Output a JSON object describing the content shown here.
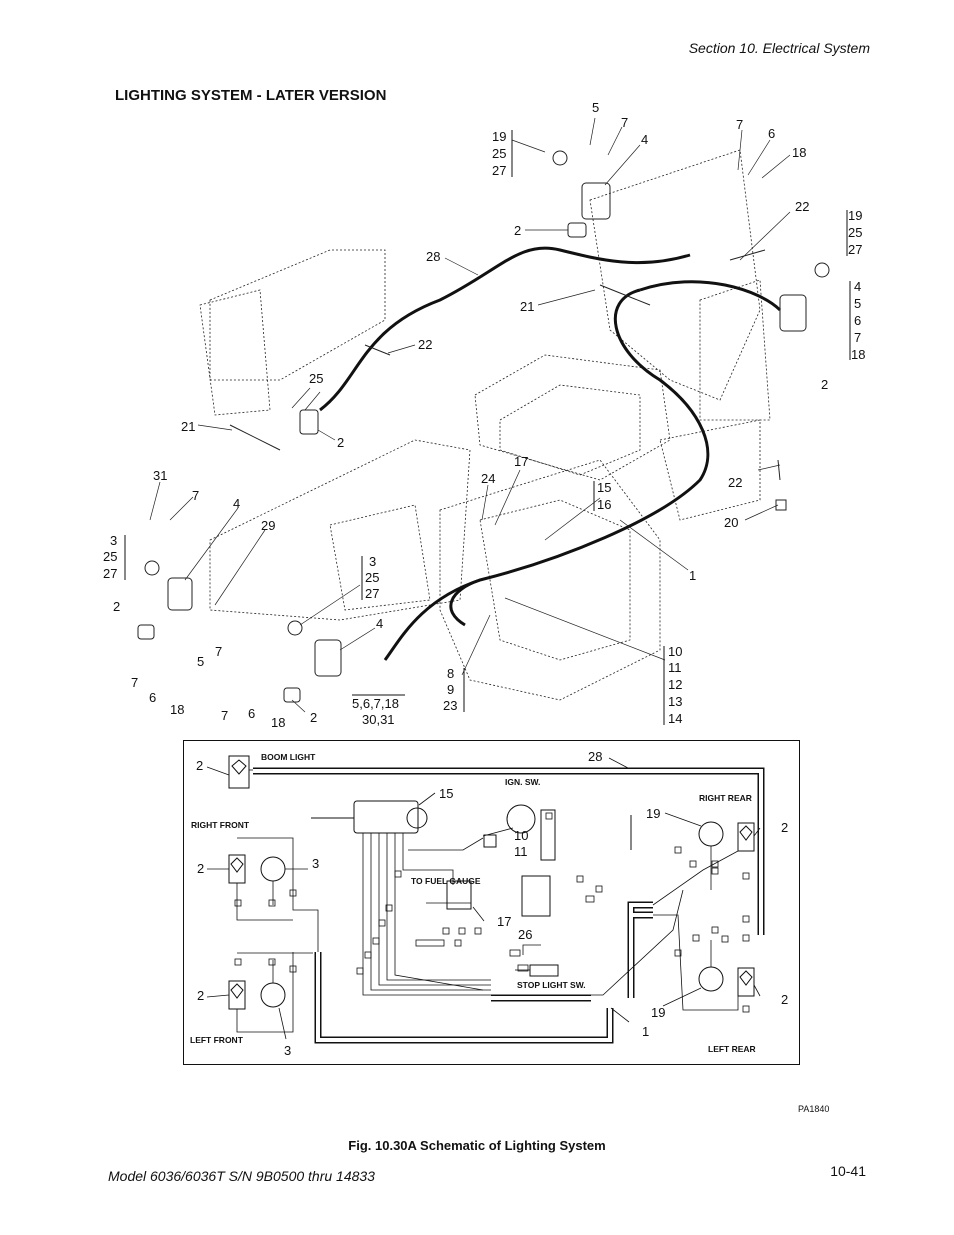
{
  "header": {
    "section": "Section 10.   Electrical System"
  },
  "page_title": "LIGHTING SYSTEM - LATER VERSION",
  "illustration_callouts": [
    "5",
    "7",
    "4",
    "19",
    "25",
    "27",
    "7",
    "6",
    "18",
    "2",
    "22",
    "19",
    "25",
    "27",
    "28",
    "21",
    "4",
    "5",
    "6",
    "7",
    "18",
    "2",
    "22",
    "25",
    "2",
    "21",
    "17",
    "24",
    "15",
    "16",
    "22",
    "20",
    "31",
    "7",
    "4",
    "29",
    "3",
    "25",
    "27",
    "1",
    "3",
    "25",
    "27",
    "4",
    "2",
    "7",
    "5",
    "7",
    "6",
    "18",
    "7",
    "6",
    "18",
    "2",
    "5,6,7,18",
    "30,31",
    "8",
    "9",
    "23",
    "10",
    "11",
    "12",
    "13",
    "14"
  ],
  "schematic": {
    "labels": {
      "boom_light": "BOOM LIGHT",
      "ign_sw": "IGN. SW.",
      "right_rear": "RIGHT REAR",
      "right_front": "RIGHT FRONT",
      "to_fuel_gauge": "TO FUEL GAUGE",
      "stop_light_sw": "STOP LIGHT SW.",
      "left_front": "LEFT FRONT",
      "left_rear": "LEFT REAR"
    },
    "callouts": [
      "2",
      "28",
      "15",
      "10",
      "11",
      "19",
      "2",
      "2",
      "3",
      "17",
      "26",
      "2",
      "2",
      "19",
      "1",
      "3"
    ]
  },
  "figure_caption": "Fig. 10.30A Schematic of Lighting System",
  "image_code": "PA1840",
  "footer": {
    "model": "Model 6036/6036T S/N 9B0500 thru 14833",
    "page_number": "10-41"
  }
}
